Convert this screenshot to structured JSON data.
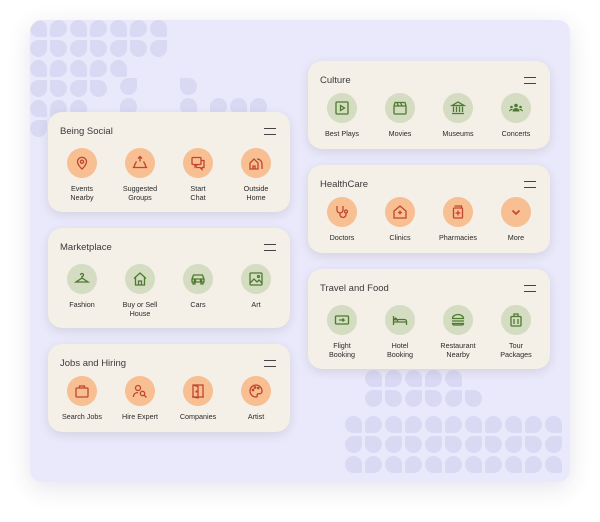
{
  "colors": {
    "background": "#e9e9fb",
    "card": "#f4efe7",
    "green_circle": "#d4dcc2",
    "orange_circle": "#f7bf92",
    "green_icon": "#4d7a2e",
    "orange_icon": "#c0452b"
  },
  "cards": {
    "being_social": {
      "title": "Being Social",
      "items": [
        {
          "icon": "location-pin-icon",
          "label": "Events\nNearby"
        },
        {
          "icon": "recycle-group-icon",
          "label": "Suggested\nGroups"
        },
        {
          "icon": "chat-icon",
          "label": "Start\nChat"
        },
        {
          "icon": "outside-home-icon",
          "label": "Outside\nHome"
        }
      ]
    },
    "marketplace": {
      "title": "Marketplace",
      "items": [
        {
          "icon": "hanger-icon",
          "label": "Fashion"
        },
        {
          "icon": "house-icon",
          "label": "Buy or Sell\nHouse"
        },
        {
          "icon": "car-icon",
          "label": "Cars"
        },
        {
          "icon": "picture-icon",
          "label": "Art"
        }
      ]
    },
    "jobs_hiring": {
      "title": "Jobs and Hiring",
      "items": [
        {
          "icon": "briefcase-icon",
          "label": "Search Jobs"
        },
        {
          "icon": "hire-expert-icon",
          "label": "Hire Expert"
        },
        {
          "icon": "door-icon",
          "label": "Companies"
        },
        {
          "icon": "palette-icon",
          "label": "Artist"
        }
      ]
    },
    "culture": {
      "title": "Culture",
      "items": [
        {
          "icon": "play-icon",
          "label": "Best Plays"
        },
        {
          "icon": "clapperboard-icon",
          "label": "Movies"
        },
        {
          "icon": "museum-icon",
          "label": "Museums"
        },
        {
          "icon": "audience-icon",
          "label": "Concerts"
        }
      ]
    },
    "healthcare": {
      "title": "HealthCare",
      "items": [
        {
          "icon": "stethoscope-icon",
          "label": "Doctors"
        },
        {
          "icon": "clinic-icon",
          "label": "Clinics"
        },
        {
          "icon": "pharmacy-icon",
          "label": "Pharmacies"
        },
        {
          "icon": "chevron-down-icon",
          "label": "More"
        }
      ]
    },
    "travel_food": {
      "title": "Travel and Food",
      "items": [
        {
          "icon": "flight-ticket-icon",
          "label": "Flight\nBooking"
        },
        {
          "icon": "bed-icon",
          "label": "Hotel\nBooking"
        },
        {
          "icon": "burger-icon",
          "label": "Restaurant\nNearby"
        },
        {
          "icon": "luggage-icon",
          "label": "Tour\nPackages"
        }
      ]
    }
  }
}
